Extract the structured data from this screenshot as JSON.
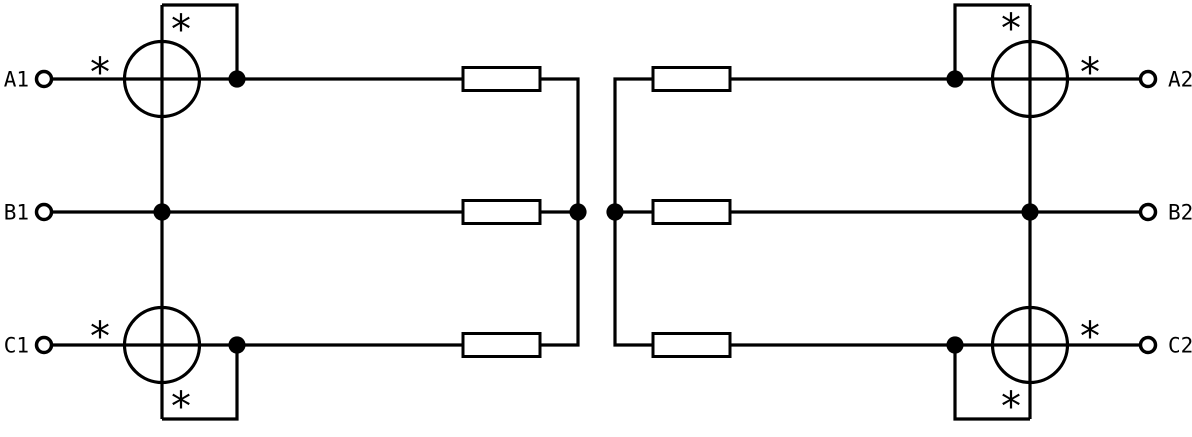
{
  "diagram": {
    "kind": "three-phase circuit schematic with four meters and six resistors",
    "colors": {
      "background": "#ffffff",
      "stroke": "#000000"
    },
    "polarity_marker": "*",
    "terminals": {
      "left": [
        {
          "label": "A1"
        },
        {
          "label": "B1"
        },
        {
          "label": "C1"
        }
      ],
      "right": [
        {
          "label": "A2"
        },
        {
          "label": "B2"
        },
        {
          "label": "C2"
        }
      ]
    },
    "icons": {
      "meter": "circle-with-cross",
      "resistor": "rectangle-box",
      "terminal": "open-circle",
      "junction": "filled-dot",
      "polarity": "asterisk"
    },
    "counts": {
      "meters": 4,
      "resistors": 6,
      "junction_dots": 8,
      "polarity_markers": 8,
      "terminals": 6
    }
  }
}
